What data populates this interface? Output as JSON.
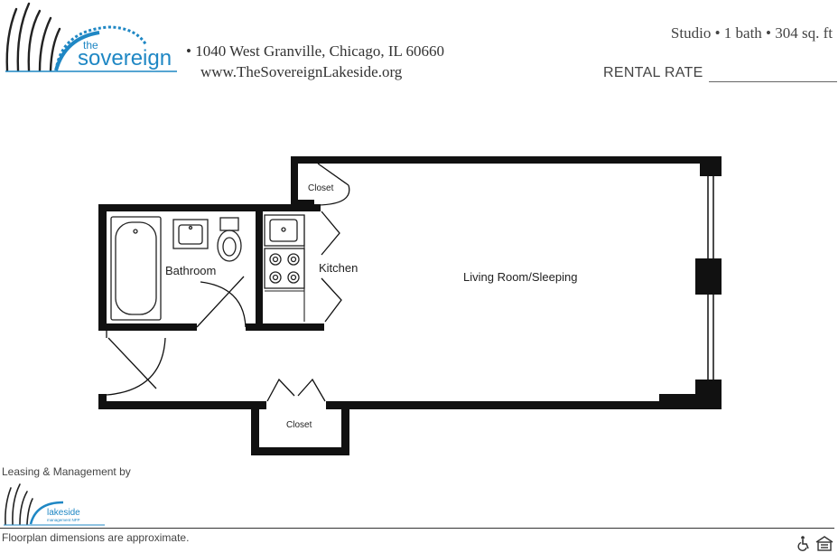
{
  "header": {
    "address": "• 1040 West Granville, Chicago, IL 60660",
    "website": "www.TheSovereignLakeside.org",
    "unit_summary": "Studio • 1 bath • 304 sq. ft",
    "rental_rate_label": "RENTAL RATE"
  },
  "brand": {
    "logo_small": "the",
    "logo_name": "sovereign",
    "mgmt_name": "lakeside",
    "mgmt_sub": "management NFP",
    "accent_color": "#1f87c4"
  },
  "rooms": {
    "closet_top": "Closet",
    "bathroom": "Bathroom",
    "kitchen": "Kitchen",
    "living": "Living Room/Sleeping",
    "closet_bottom": "Closet"
  },
  "footer": {
    "leasing": "Leasing & Management by",
    "disclaimer": "Floorplan dimensions are approximate.",
    "icons": [
      "accessibility-icon",
      "equal-housing-icon"
    ]
  }
}
